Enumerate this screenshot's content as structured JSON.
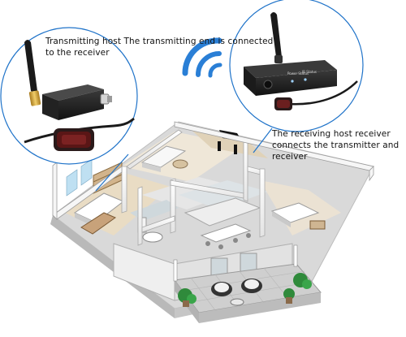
{
  "labels": {
    "transmitter": "Transmitting host The transmitting end is connected to the receiver",
    "receiver": "The receiving host receiver connects the transmitter and receiver"
  },
  "receiver_panel": {
    "power_status": "Power Status",
    "ir_status": "IR Status"
  },
  "colors": {
    "callout_blue": "#1f73c9",
    "wifi_blue": "#2a7fd6",
    "device_black": "#1a1a1a",
    "wall_white": "#f4f4f4",
    "floor_tile": "#dcdcdc"
  },
  "icons": [
    "wifi-signal-icon",
    "antenna-icon",
    "ir-emitter-icon",
    "ir-receiver-icon"
  ]
}
